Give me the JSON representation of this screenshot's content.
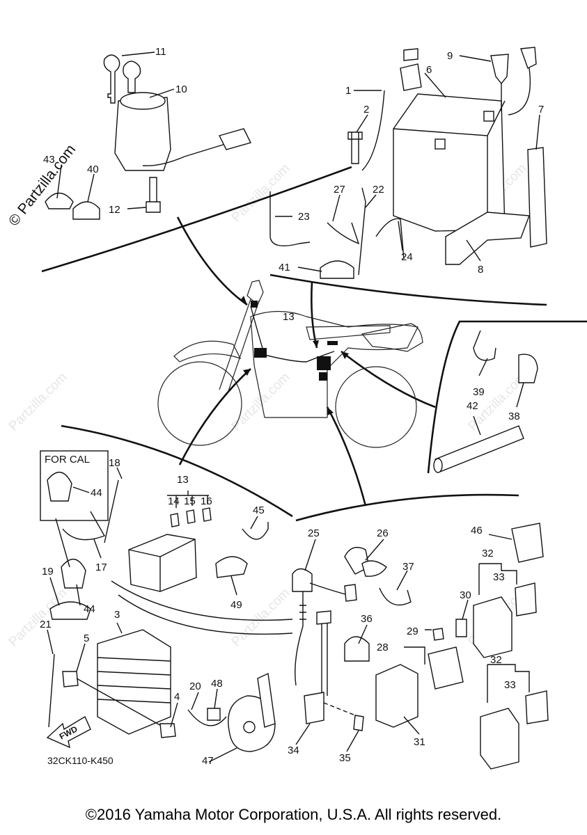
{
  "watermark": {
    "text": "© Partzilla.com",
    "repeat": "Partzilla.com"
  },
  "callout_box": {
    "text": "FOR CAL"
  },
  "fwd_label": "FWD",
  "drawing_code": "32CK110-K450",
  "copyright": "©2016 Yamaha Motor Corporation, U.S.A. All rights reserved.",
  "parts": [
    {
      "n": "1"
    },
    {
      "n": "2"
    },
    {
      "n": "3"
    },
    {
      "n": "4"
    },
    {
      "n": "5"
    },
    {
      "n": "6"
    },
    {
      "n": "7"
    },
    {
      "n": "8"
    },
    {
      "n": "9"
    },
    {
      "n": "10"
    },
    {
      "n": "11"
    },
    {
      "n": "12"
    },
    {
      "n": "13"
    },
    {
      "n": "13"
    },
    {
      "n": "14"
    },
    {
      "n": "15"
    },
    {
      "n": "16"
    },
    {
      "n": "17"
    },
    {
      "n": "18"
    },
    {
      "n": "19"
    },
    {
      "n": "20"
    },
    {
      "n": "21"
    },
    {
      "n": "22"
    },
    {
      "n": "23"
    },
    {
      "n": "24"
    },
    {
      "n": "25"
    },
    {
      "n": "26"
    },
    {
      "n": "27"
    },
    {
      "n": "28"
    },
    {
      "n": "29"
    },
    {
      "n": "30"
    },
    {
      "n": "31"
    },
    {
      "n": "32"
    },
    {
      "n": "32"
    },
    {
      "n": "33"
    },
    {
      "n": "33"
    },
    {
      "n": "34"
    },
    {
      "n": "35"
    },
    {
      "n": "36"
    },
    {
      "n": "37"
    },
    {
      "n": "38"
    },
    {
      "n": "39"
    },
    {
      "n": "40"
    },
    {
      "n": "41"
    },
    {
      "n": "42"
    },
    {
      "n": "43"
    },
    {
      "n": "44"
    },
    {
      "n": "44"
    },
    {
      "n": "45"
    },
    {
      "n": "46"
    },
    {
      "n": "47"
    },
    {
      "n": "48"
    },
    {
      "n": "49"
    }
  ]
}
